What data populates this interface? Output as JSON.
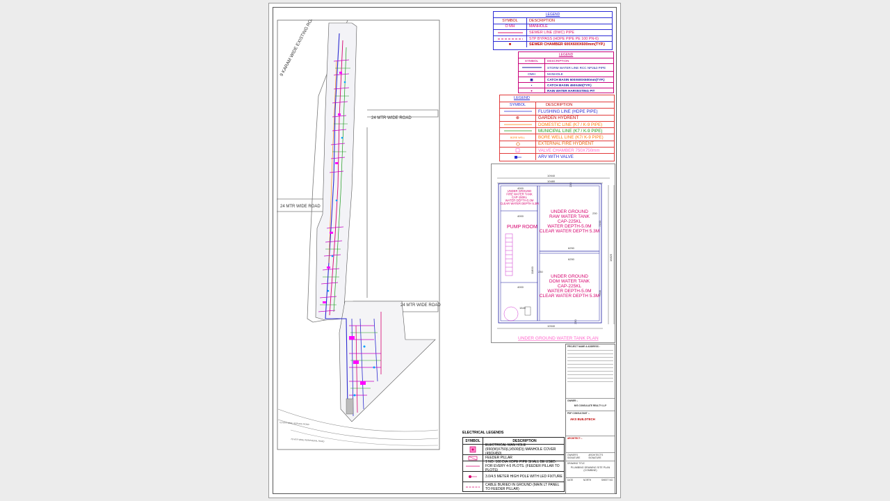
{
  "site_plan": {
    "road_labels": [
      "9 KARAM WIDE EXISTING ROAD",
      "24 MTR WIDE ROAD",
      "24 MTR WIDE ROAD",
      "24 MTR WIDE ROAD",
      "12 MTR WIDE SERVICE ROAD",
      "75 MTR WIDE PERIPHERAL ROAD"
    ]
  },
  "legend_sewer": {
    "title": "LEGEND",
    "col_symbol": "SYMBOL",
    "col_desc": "DESCRIPTION",
    "rows": [
      {
        "symbol": "O MH",
        "desc": "MANHOLE",
        "color": "#d6006e"
      },
      {
        "symbol": "",
        "desc": "SEWER LINE (DWC) PIPE",
        "color": "#e0106a"
      },
      {
        "symbol": "",
        "desc": "STP BYPASS  (HDPE PIPE PE 100 PN-6)",
        "color": "#e0106a"
      },
      {
        "symbol": "■",
        "desc": "SEWER CHAMBER 600X600X600mm(TYP.)",
        "color": "#c00000"
      }
    ]
  },
  "legend_storm": {
    "title": "LEGEND",
    "col_symbol": "SYMBOL",
    "col_desc": "DESCRIPTION",
    "rows": [
      {
        "symbol": "",
        "desc": "STORM WATER LINE RCC NP2&3 PIPE",
        "color": "#1a1aa0"
      },
      {
        "symbol": "OMH",
        "desc": "MANHOLE",
        "color": "#1a1aa0"
      },
      {
        "symbol": "▦",
        "desc": "CATCH BASIN 600X600X600mm(TYP.)",
        "color": "#1a1aa0"
      },
      {
        "symbol": "▪",
        "desc": "CATCH BASIN 450X450(TYP.)",
        "color": "#1a1aa0"
      },
      {
        "symbol": "●",
        "desc": "RAIN WATER HARVESTING PIT",
        "color": "#1a1aa0"
      }
    ]
  },
  "legend_water": {
    "title": "LEGEND",
    "col_symbol": "SYMBOL",
    "col_desc": "DESCRIPTION",
    "rows": [
      {
        "symbol": "",
        "desc": "FLUSHING LINE  (HDPE PIPE)",
        "color": "#2a2ad0"
      },
      {
        "symbol": "⊗",
        "desc": "GARDEN HYDRENT",
        "color": "#c00000"
      },
      {
        "symbol": "",
        "desc": "DOMESTIC LINE  (K7 / K-9 PIPE)",
        "color": "#ff7a00"
      },
      {
        "symbol": "",
        "desc": "MUNICIPAL LINE  (K7 / K-9 PIPE)",
        "color": "#1a9a1a"
      },
      {
        "symbol": "BORE WELL",
        "desc": "BORE WELL LINE  (K7/ K-9 PIPE)",
        "color": "#ff7a00"
      },
      {
        "symbol": "",
        "desc": "EXTERNAL FIRE HYDRENT",
        "color": "#e06000"
      },
      {
        "symbol": "",
        "desc": "VALVE CHAMBER 750X750mm",
        "color": "#ff66cc"
      },
      {
        "symbol": "",
        "desc": "ARV WITH VALVE",
        "color": "#2a2ad0"
      }
    ]
  },
  "tank_plan": {
    "dims": [
      "10940",
      "10480",
      "230",
      "4000",
      "4000",
      "4000",
      "6250",
      "6250",
      "230",
      "230",
      "7200",
      "7200",
      "11800",
      "16825",
      "10940",
      "1545",
      "230"
    ],
    "raw_tank": "UNDER GROUND\nRAW WATER TANK\nCAP-225KL\nWATER DEPTH-5.0M\nCLEAR WATER DEPTH 5.3M",
    "dom_tank": "UNDER GROUND\nDOM WATER TANK\nCAP-225KL\nWATER DEPTH-5.0M\nCLEAR WATER DEPTH 5.3M",
    "pump_room": "PUMP  ROOM",
    "small_tank": "UNDER GROUND\nFIRE WATER TANK\nCAP-150KL\nWATER DEPTH-5.0M\nCLEAR WATER DEPTH 5.3M",
    "caption": "UNDER GROUND  WATER  TANK  PLAN"
  },
  "title_block": {
    "project_label": "PROJECT NAME & ADDRESS :",
    "owner_label": "OWNER :-",
    "owner_name": "M/S CONSULATE REALTY LLP",
    "consultant_label": "PDF CONSULTANT :-",
    "consultant_name": "AKS BUILDTECH",
    "architect_label": "ARCHITECT :-",
    "sign_owner": "OWNER'S SIGNATURE",
    "sign_architect": "ARCHITECT'S SIGNATURE",
    "drawing_title_label": "DRAWING TITLE",
    "drawing_title": "PLUMBING DRAWING SITE PLAN (COMBINE)",
    "date_label": "DATE",
    "north_label": "NORTH",
    "sheet_label": "SHEET NO."
  },
  "electrical_legend": {
    "title": "ELECTRICAL LEGENDS",
    "col_symbol": "SYMBOL",
    "col_desc": "DESCRIPTION",
    "rows": [
      {
        "desc": "ELECTRICAL MAN HOLE (650(W)X750(L)X500(D)) MANHOLE COVER (450X450)",
        "color": "#d6006e"
      },
      {
        "desc": "FEEDER PILLAR",
        "color": "#d6006e"
      },
      {
        "desc": "1 NO. 160 DIA HDPE PIPE SHALL BE USED. FOR EVERY 4-5 PLOTS. (FEEDER PILLAR TO PLOTS)",
        "color": "#d6006e"
      },
      {
        "desc": "3.0/4.5 METER HIGH POLE WITH LED FIXTURE",
        "color": "#d6006e"
      },
      {
        "desc": "CABLE BURIED IN GROUND (MAIN LT PANEL TO FEEDER PILLAR)",
        "color": "#d6006e"
      }
    ]
  }
}
